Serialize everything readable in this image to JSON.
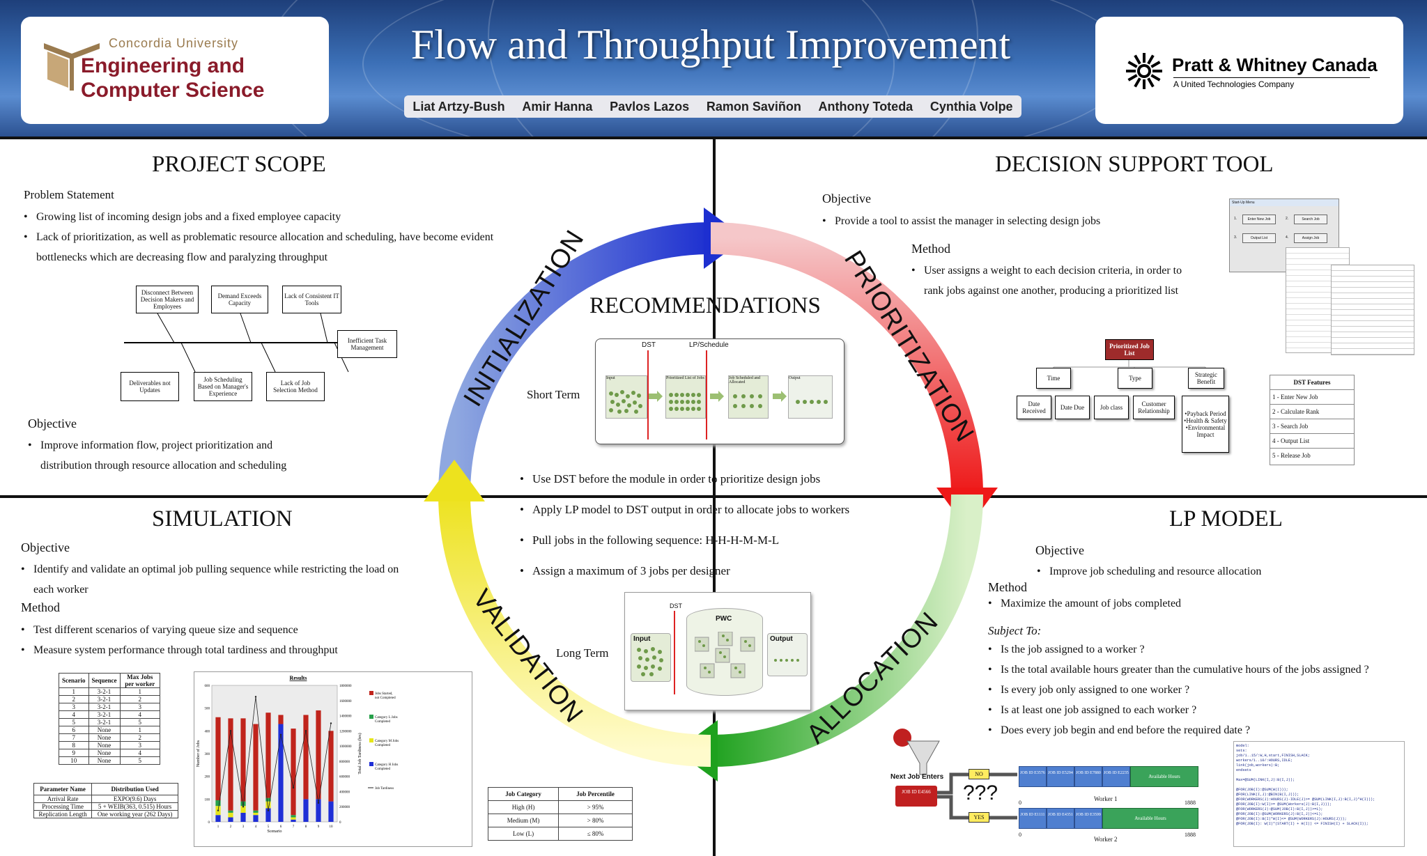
{
  "header": {
    "title": "Flow and Throughput Improvement",
    "authors": [
      "Liat Artzy-Bush",
      "Amir Hanna",
      "Pavlos Lazos",
      "Ramon Saviñon",
      "Anthony Toteda",
      "Cynthia Volpe"
    ],
    "left_logo": {
      "university": "Concordia University",
      "faculty_line1": "Engineering and",
      "faculty_line2": "Computer Science"
    },
    "right_logo": {
      "name": "Pratt & Whitney Canada",
      "tagline": "A United Technologies Company"
    }
  },
  "scope": {
    "title": "PROJECT SCOPE",
    "problem_heading": "Problem Statement",
    "problem_bullets": [
      "Growing list of incoming design jobs and a fixed employee capacity",
      "Lack of prioritization, as well as problematic resource allocation and scheduling, have become evident bottlenecks which  are decreasing flow and  paralyzing throughput"
    ],
    "fishbone": {
      "causes_top": [
        "Disconnect Between Decision Makers and Employees",
        "Demand Exceeds Capacity",
        "Lack of Consistent IT Tools"
      ],
      "causes_bottom": [
        "Deliverables not Updates",
        "Job Scheduling Based on Manager's Experience",
        "Lack of Job Selection Method"
      ],
      "effect": "Inefficient Task Management"
    },
    "objective_heading": "Objective",
    "objective_bullets": [
      "Improve information flow, project prioritization and distribution through resource allocation  and scheduling"
    ]
  },
  "dst": {
    "title": "DECISION SUPPORT TOOL",
    "objective_heading": "Objective",
    "objective_bullets": [
      "Provide a tool to assist the manager in selecting design jobs"
    ],
    "method_heading": "Method",
    "method_bullets": [
      "User assigns a weight to each decision criteria, in order to rank jobs against one another, producing a prioritized list"
    ],
    "menu": {
      "title": "Start-Up Menu",
      "buttons": [
        "Enter New Job",
        "Search Job",
        "Output List",
        "Assign Job"
      ],
      "nums": [
        "1.",
        "2.",
        "3.",
        "4."
      ]
    },
    "tree": {
      "root": "Prioritized Job List",
      "level1": [
        "Time",
        "Type",
        "Strategic Benefit"
      ],
      "level2": [
        "Date Received",
        "Date Due",
        "Job class",
        "Customer Relationship"
      ],
      "benefit_items": "•Payback Period •Health & Safety •Environmental Impact"
    },
    "features": {
      "heading": "DST Features",
      "items": [
        "1 - Enter New Job",
        "2 - Calculate Rank",
        "3 - Search Job",
        "4 - Output List",
        "5 - Release Job"
      ]
    }
  },
  "center": {
    "title": "RECOMMENDATIONS",
    "short_term": "Short Term",
    "long_term": "Long Term",
    "st_labels": {
      "dst": "DST",
      "lp": "LP/Schedule",
      "input": "Input",
      "prioritized": "Prioritized List of Jobs",
      "scheduled": "Job Scheduled and Allocated",
      "output": "Output"
    },
    "lt_labels": {
      "dst": "DST",
      "pwc": "PWC",
      "input": "Input",
      "output": "Output"
    },
    "bullets": [
      "Use DST before the module in order to prioritize design jobs",
      "Apply LP model to DST output in order to allocate jobs to workers",
      "Pull jobs in the following sequence: H-H-H-M-M-L",
      "Assign a maximum of 3 jobs per designer"
    ],
    "cycle": [
      "INITIALIZATION",
      "PRIORITIZATION",
      "ALLOCATION",
      "VALIDATION"
    ],
    "cycle_colors": [
      "#3346c8",
      "#e0242a",
      "#2aa12a",
      "#e8d21a"
    ]
  },
  "simulation": {
    "title": "SIMULATION",
    "objective_heading": "Objective",
    "objective_bullets": [
      "Identify and validate an optimal job pulling sequence while restricting the load on each worker"
    ],
    "method_heading": "Method",
    "method_bullets": [
      "Test different scenarios of varying queue size and sequence",
      "Measure system performance through total tardiness and throughput"
    ],
    "scenario_table": {
      "headers": [
        "Scenario",
        "Sequence",
        "Max Jobs per worker"
      ],
      "rows": [
        [
          "1",
          "3-2-1",
          "1"
        ],
        [
          "2",
          "3-2-1",
          "2"
        ],
        [
          "3",
          "3-2-1",
          "3"
        ],
        [
          "4",
          "3-2-1",
          "4"
        ],
        [
          "5",
          "3-2-1",
          "5"
        ],
        [
          "6",
          "None",
          "1"
        ],
        [
          "7",
          "None",
          "2"
        ],
        [
          "8",
          "None",
          "3"
        ],
        [
          "9",
          "None",
          "4"
        ],
        [
          "10",
          "None",
          "5"
        ]
      ]
    },
    "dist_table": {
      "headers": [
        "Parameter Name",
        "Distribution Used"
      ],
      "rows": [
        [
          "Arrival Rate",
          "EXPO(9.6) Days"
        ],
        [
          "Processing Time",
          "5 + WEIB(363, 0.515) Hours"
        ],
        [
          "Replication Length",
          "One working year (262 Days)"
        ]
      ]
    },
    "category_table": {
      "headers": [
        "Job Category",
        "Job Percentile"
      ],
      "rows": [
        [
          "High (H)",
          "> 95%"
        ],
        [
          "Medium (M)",
          "> 80%"
        ],
        [
          "Low (L)",
          "≤ 80%"
        ]
      ]
    }
  },
  "chart_data": {
    "type": "bar",
    "title": "Results",
    "xlabel": "Scenario",
    "ylabel": "Number of Jobs",
    "y2label": "Total Job Tardiness (hrs)",
    "categories": [
      "1",
      "2",
      "3",
      "4",
      "5",
      "6",
      "7",
      "8",
      "9",
      "10"
    ],
    "ylim": [
      0,
      600
    ],
    "y2lim": [
      0,
      1800000
    ],
    "yticks": [
      "0",
      "100",
      "200",
      "300",
      "400",
      "500",
      "600"
    ],
    "y2ticks": [
      "0",
      "200000",
      "400000",
      "600000",
      "800000",
      "1000000",
      "1200000",
      "1400000",
      "1600000",
      "1800000"
    ],
    "series": [
      {
        "name": "Category H Jobs Completed",
        "color": "#1f2fd6",
        "values": [
          30,
          20,
          40,
          30,
          60,
          430,
          10,
          100,
          100,
          90
        ]
      },
      {
        "name": "Category M Jobs Completed",
        "color": "#e6e61a",
        "values": [
          40,
          20,
          30,
          10,
          30,
          0,
          10,
          0,
          0,
          0
        ]
      },
      {
        "name": "Category L Jobs Completed",
        "color": "#27a04a",
        "values": [
          25,
          10,
          20,
          10,
          15,
          0,
          10,
          0,
          0,
          0
        ]
      },
      {
        "name": "Jobs Started, not Completed",
        "color": "#c0241c",
        "values": [
          365,
          405,
          365,
          380,
          375,
          40,
          380,
          370,
          390,
          310
        ]
      }
    ],
    "line": {
      "name": "Job Tardiness",
      "values": [
        150000,
        1200000,
        200000,
        1650000,
        150000,
        1150000,
        450000,
        1200000,
        250000,
        1300000
      ]
    }
  },
  "lp": {
    "title": "LP MODEL",
    "objective_heading": "Objective",
    "objective_bullets": [
      "Improve job scheduling and resource allocation"
    ],
    "method_heading": "Method",
    "method_bullets": [
      "Maximize the amount of jobs completed"
    ],
    "subject_heading": "Subject To:",
    "subject_bullets": [
      "Is the job assigned to a worker ?",
      "Is the total available hours greater than the cumulative hours of the jobs assigned ?",
      "Is every job only assigned to one worker ?",
      "Is at least one job assigned to each worker ?",
      "Does every job begin and end before the required date ?"
    ],
    "diagram": {
      "next_job": "Next Job Enters",
      "job_new": "JOB ID E4566",
      "no": "NO",
      "yes": "YES",
      "qmarks": "???",
      "worker1": "Worker 1",
      "worker2": "Worker 2",
      "avail": "Available Hours",
      "start": "0",
      "end": "1888",
      "jobs1": [
        "JOB ID E3576",
        "JOB ID E5294",
        "JOB ID E7880",
        "JOB ID E2235"
      ],
      "jobs2": [
        "JOB ID E1111",
        "JOB ID E4351",
        "JOB ID E3599"
      ]
    },
    "code": "model:\nsets:\njob/1..15/:W,H,start,FINISH,SLACK;\nworkers/1..10/:HOURS,IDLE;\nlink(job,workers):B;\nendsets\n\nMax=@SUM(LINK(I,J):B(I,J));\n\n@FOR(JOB(I):@SUM(W(I)));\n@FOR(LINK(I,J):@BIN(B(I,J)));\n@FOR(WORKERS(J):HOURS(J)-IDLE(J)>= @SUM(LINK(I,J):B(I,J)*H(I)));\n@FOR(JOB(I):W(I)>= @SUM(Workers(J):B(I,J)));\n@FOR(WORKERS(J):@SUM(JOB(I):B(I,J))>=1);\n@FOR(JOB(I):@SUM(WORKERS(J):B(I,J))<=1);\n@FOR(JOB(I):B(I)*W(I)<= @SUM(WORKERS(J):HOURS(J)));\n@FOR(JOB(I): W(I)*(START(I) + H(I)) <= FINISH(I) + SLACK(I));"
  }
}
